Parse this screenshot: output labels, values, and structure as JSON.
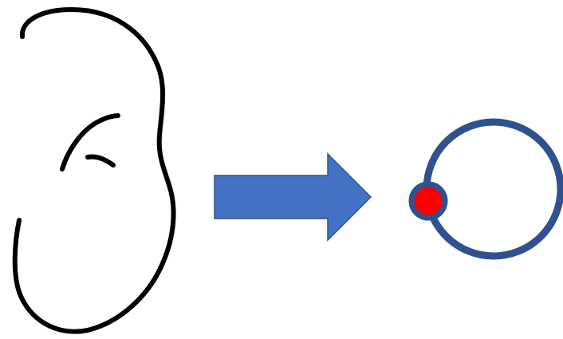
{
  "diagram": {
    "description_free": true,
    "shapes": [
      {
        "name": "sketch-curve",
        "kind": "freehand-stroke",
        "color": "#000000"
      },
      {
        "name": "arrow",
        "kind": "block-arrow-right",
        "fill": "#4472C4",
        "stroke": "#2F528F"
      },
      {
        "name": "ring",
        "kind": "circle-outline",
        "stroke": "#2F528F"
      },
      {
        "name": "marker-dot",
        "kind": "filled-circle",
        "fill": "#FF0000",
        "stroke": "#2F528F"
      }
    ]
  },
  "colors": {
    "background": "#FFFFFF",
    "sketch": "#000000",
    "arrow_fill": "#4472C4",
    "arrow_border": "#2F528F",
    "ring": "#2F528F",
    "dot_fill": "#FF0000"
  }
}
